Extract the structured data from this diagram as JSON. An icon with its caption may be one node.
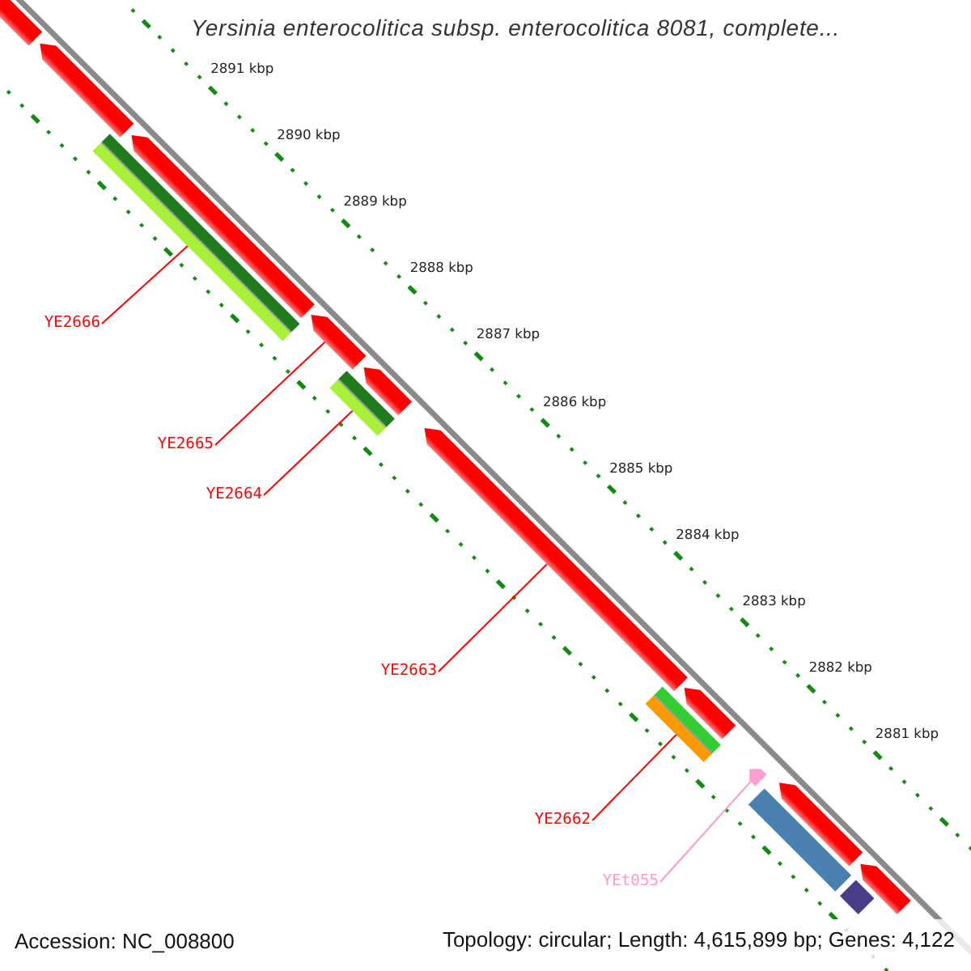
{
  "diagram": {
    "title": "Yersinia enterocolitica subsp. enterocolitica 8081, complete...",
    "nodes": [
      {
        "text": [
          "YE2666"
        ]
      },
      {
        "text": [
          "YE2665"
        ]
      },
      {
        "text": [
          "YE2664"
        ]
      },
      {
        "text": [
          "YE2663"
        ]
      },
      {
        "text": [
          "YE2662"
        ]
      },
      {
        "text": [
          "YEt055"
        ]
      },
      {
        "text": [],
        "shape": "arrow"
      },
      {
        "text": [],
        "shape": "arrow"
      },
      {
        "text": [],
        "shape": "bar"
      },
      {
        "text": [],
        "shape": "arrow"
      },
      {
        "text": [],
        "shape": "arrow"
      },
      {
        "text": [],
        "shape": "bar"
      },
      {
        "text": [],
        "shape": "arrow"
      },
      {
        "text": [],
        "shape": "arrow"
      },
      {
        "text": [],
        "shape": "bar"
      },
      {
        "text": [],
        "shape": "arrow"
      },
      {
        "text": [],
        "shape": "arrow"
      },
      {
        "text": [],
        "shape": "bar"
      },
      {
        "text": [],
        "shape": "arrow"
      },
      {
        "text": [],
        "shape": "arrow"
      },
      {
        "text": [],
        "shape": "bar"
      }
    ],
    "edges": [
      {
        "from": 0,
        "to": 8,
        "arrow": "none"
      },
      {
        "from": 1,
        "to": 10,
        "arrow": "none"
      },
      {
        "from": 2,
        "to": 11,
        "arrow": "none"
      },
      {
        "from": 3,
        "to": 13,
        "arrow": "none"
      },
      {
        "from": 4,
        "to": 14,
        "arrow": "none"
      },
      {
        "from": 5,
        "to": 16,
        "arrow": "none",
        "color": "#ff99cc"
      }
    ],
    "labels": [
      "2891 kbp",
      "2890 kbp",
      "2889 kbp",
      "2888 kbp",
      "2887 kbp",
      "2886 kbp",
      "2885 kbp",
      "2884 kbp",
      "2883 kbp",
      "2882 kbp",
      "2881 kbp",
      "Accession: NC_008800",
      "Topology: circular; Length: 4,615,899 bp; Genes: 4,122"
    ]
  }
}
